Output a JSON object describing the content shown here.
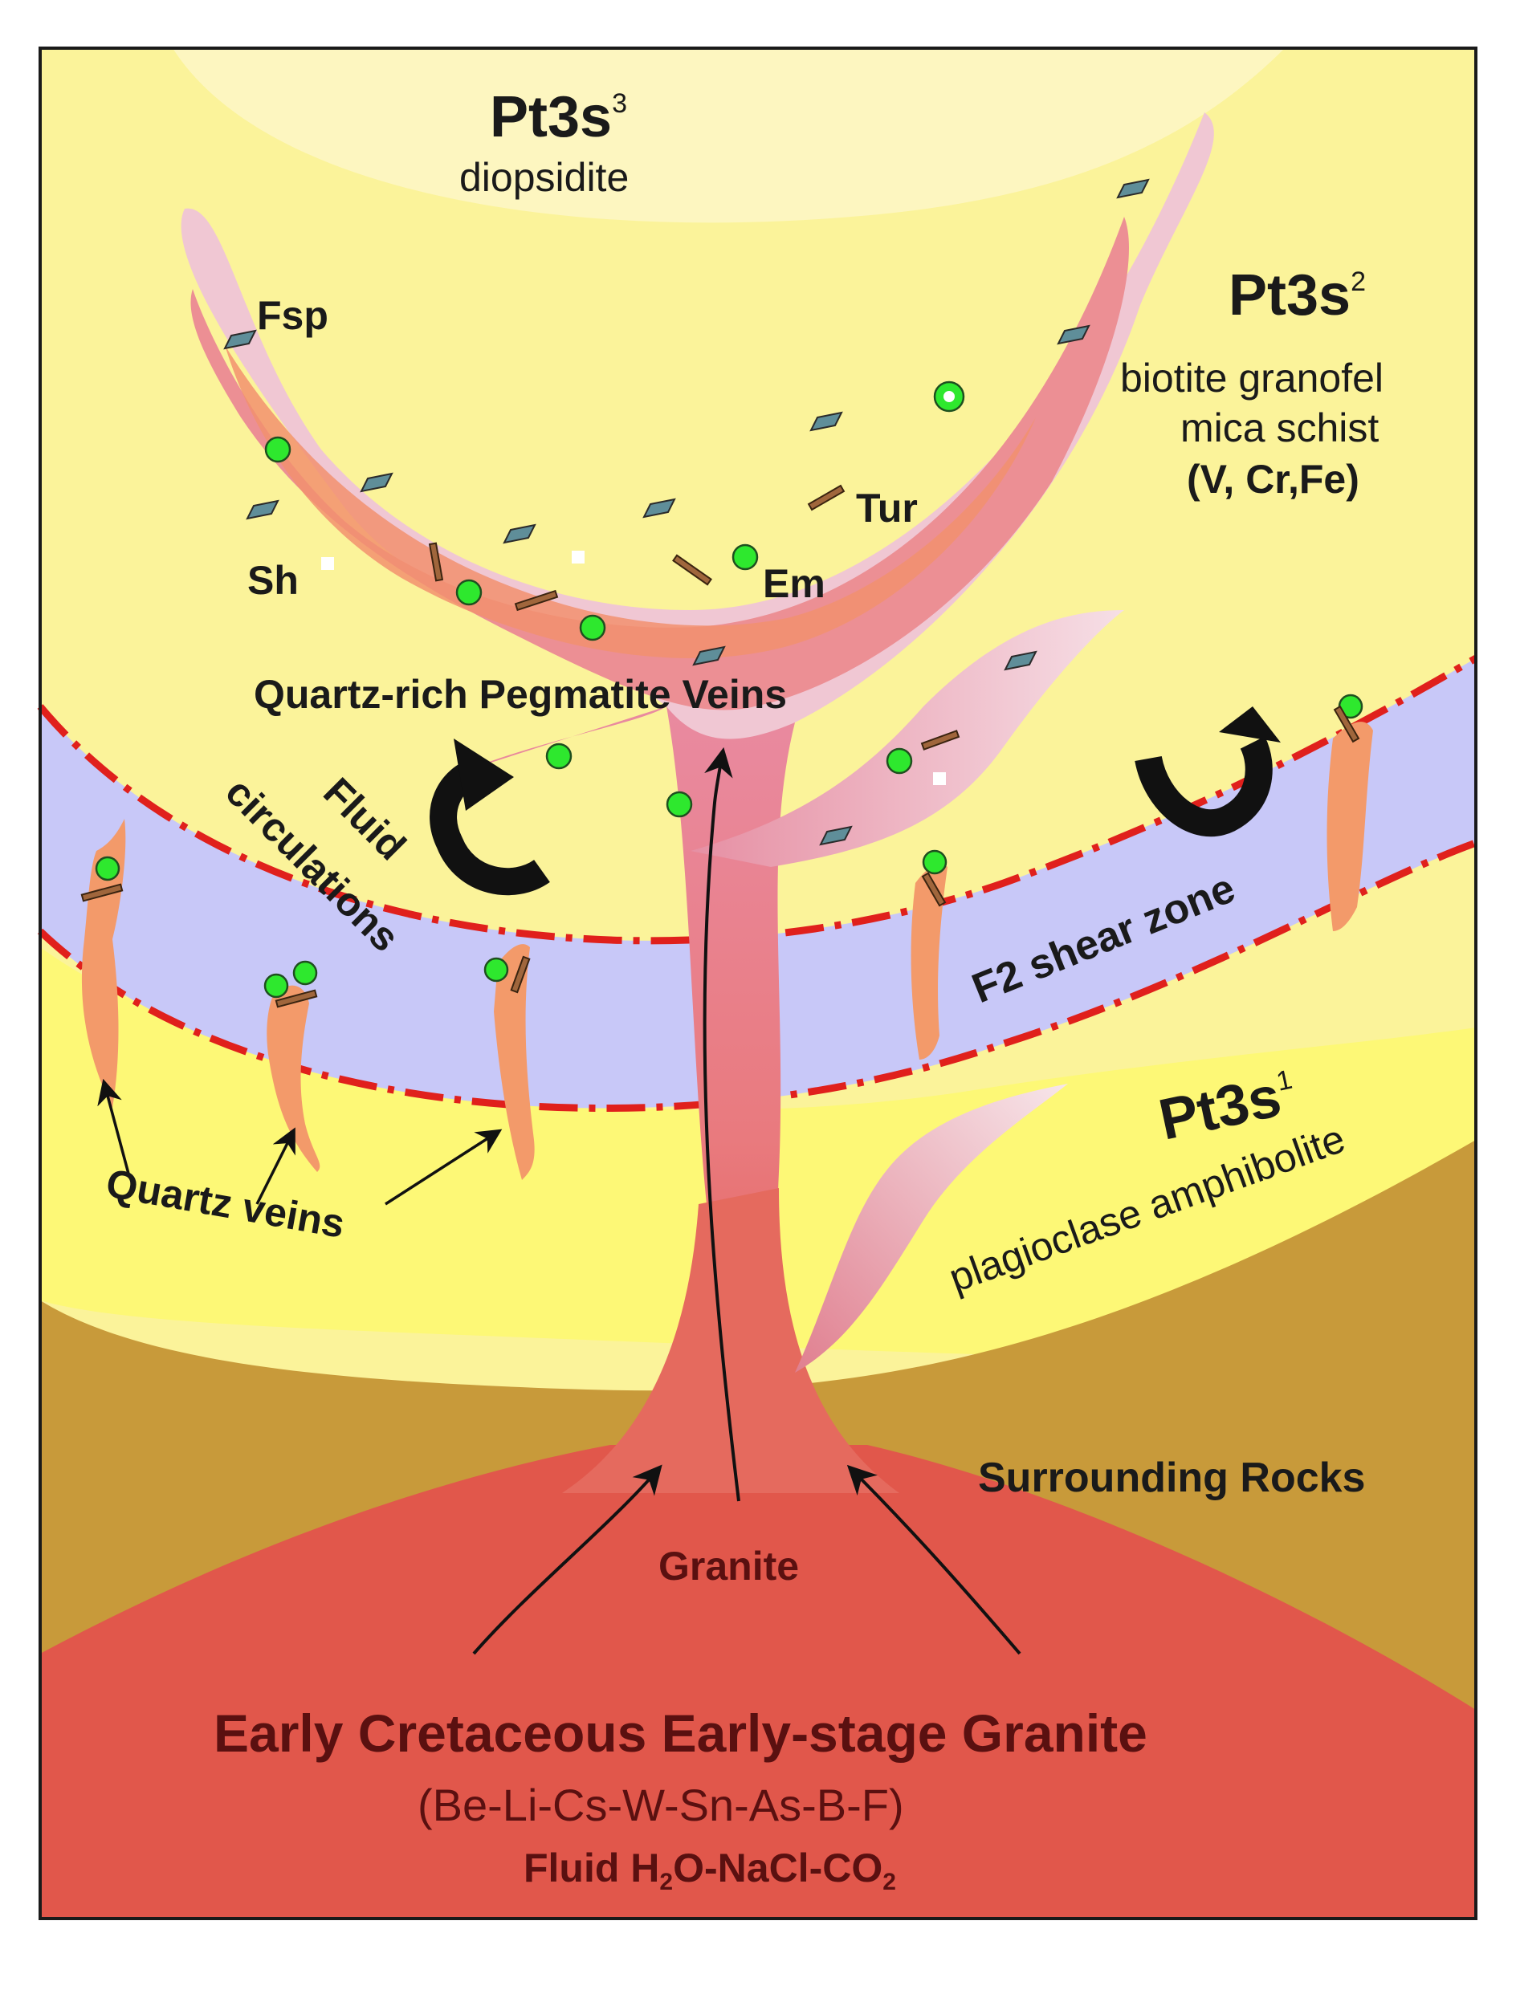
{
  "units": {
    "pt3s3": {
      "code": "Pt3s",
      "sup": "3",
      "rock": "diopsidite"
    },
    "pt3s2": {
      "code": "Pt3s",
      "sup": "2",
      "rock1": "biotite granofel",
      "rock2": "mica schist",
      "elements": "(V, Cr,Fe)"
    },
    "pt3s1": {
      "code": "Pt3s",
      "sup": "1",
      "rock": "plagioclase amphibolite"
    }
  },
  "minerals": {
    "fsp": "Fsp",
    "tur": "Tur",
    "sh": "Sh",
    "em": "Em"
  },
  "labels": {
    "veins": "Quartz-rich Pegmatite Veins",
    "fluid1": "Fluid",
    "fluid2": "circulations",
    "shear": "F2 shear zone",
    "quartz": "Quartz veins",
    "surrounding": "Surrounding Rocks",
    "granite": "Granite"
  },
  "source": {
    "title": "Early  Cretaceous  Early-stage Granite",
    "elements": "(Be-Li-Cs-W-Sn-As-B-F)",
    "fluid_prefix": "Fluid H",
    "sub2a": "2",
    "fluid_mid": "O-NaCl-CO",
    "sub2b": "2"
  },
  "colors": {
    "pt3s3": "#fdf6c0",
    "pt3s2": "#fbf39a",
    "pt3s1": "#fdf876",
    "surrounding": "#c89a3a",
    "granite": "#e1574b",
    "shear_zone": "#c8c8f8",
    "shear_line": "#e0201c",
    "pegmatite": "#e88aa0",
    "pegmatite_core": "#f2906e",
    "quartz_vein": "#f39a6a",
    "emerald": "#2ee82e",
    "feldspar": "#5f8e99",
    "tourmaline": "#a0663c"
  }
}
